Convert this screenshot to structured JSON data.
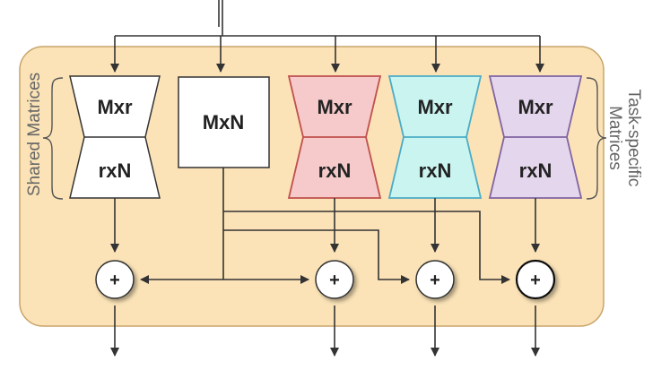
{
  "diagram": {
    "shared_label": "Shared Matrices",
    "task_label_line1": "Task-specific",
    "task_label_line2": "Matrices",
    "blocks": [
      {
        "id": "shared-lowrank",
        "top": "Mxr",
        "bottom": "rxN",
        "fill": "#ffffff",
        "stroke": "#333333"
      },
      {
        "id": "full-matrix",
        "label": "MxN",
        "fill": "#ffffff",
        "stroke": "#333333"
      },
      {
        "id": "task-red",
        "top": "Mxr",
        "bottom": "rxN",
        "fill": "#f6caca",
        "stroke": "#c0504d"
      },
      {
        "id": "task-cyan",
        "top": "Mxr",
        "bottom": "rxN",
        "fill": "#c9f4f0",
        "stroke": "#4bacc6"
      },
      {
        "id": "task-purple",
        "top": "Mxr",
        "bottom": "rxN",
        "fill": "#e4d6ec",
        "stroke": "#8064a2"
      }
    ],
    "adders": [
      "+",
      "+",
      "+",
      "+"
    ],
    "colors": {
      "panel_fill": "#fbe3b7",
      "panel_stroke": "#c9a46a",
      "wire": "#333333"
    }
  }
}
